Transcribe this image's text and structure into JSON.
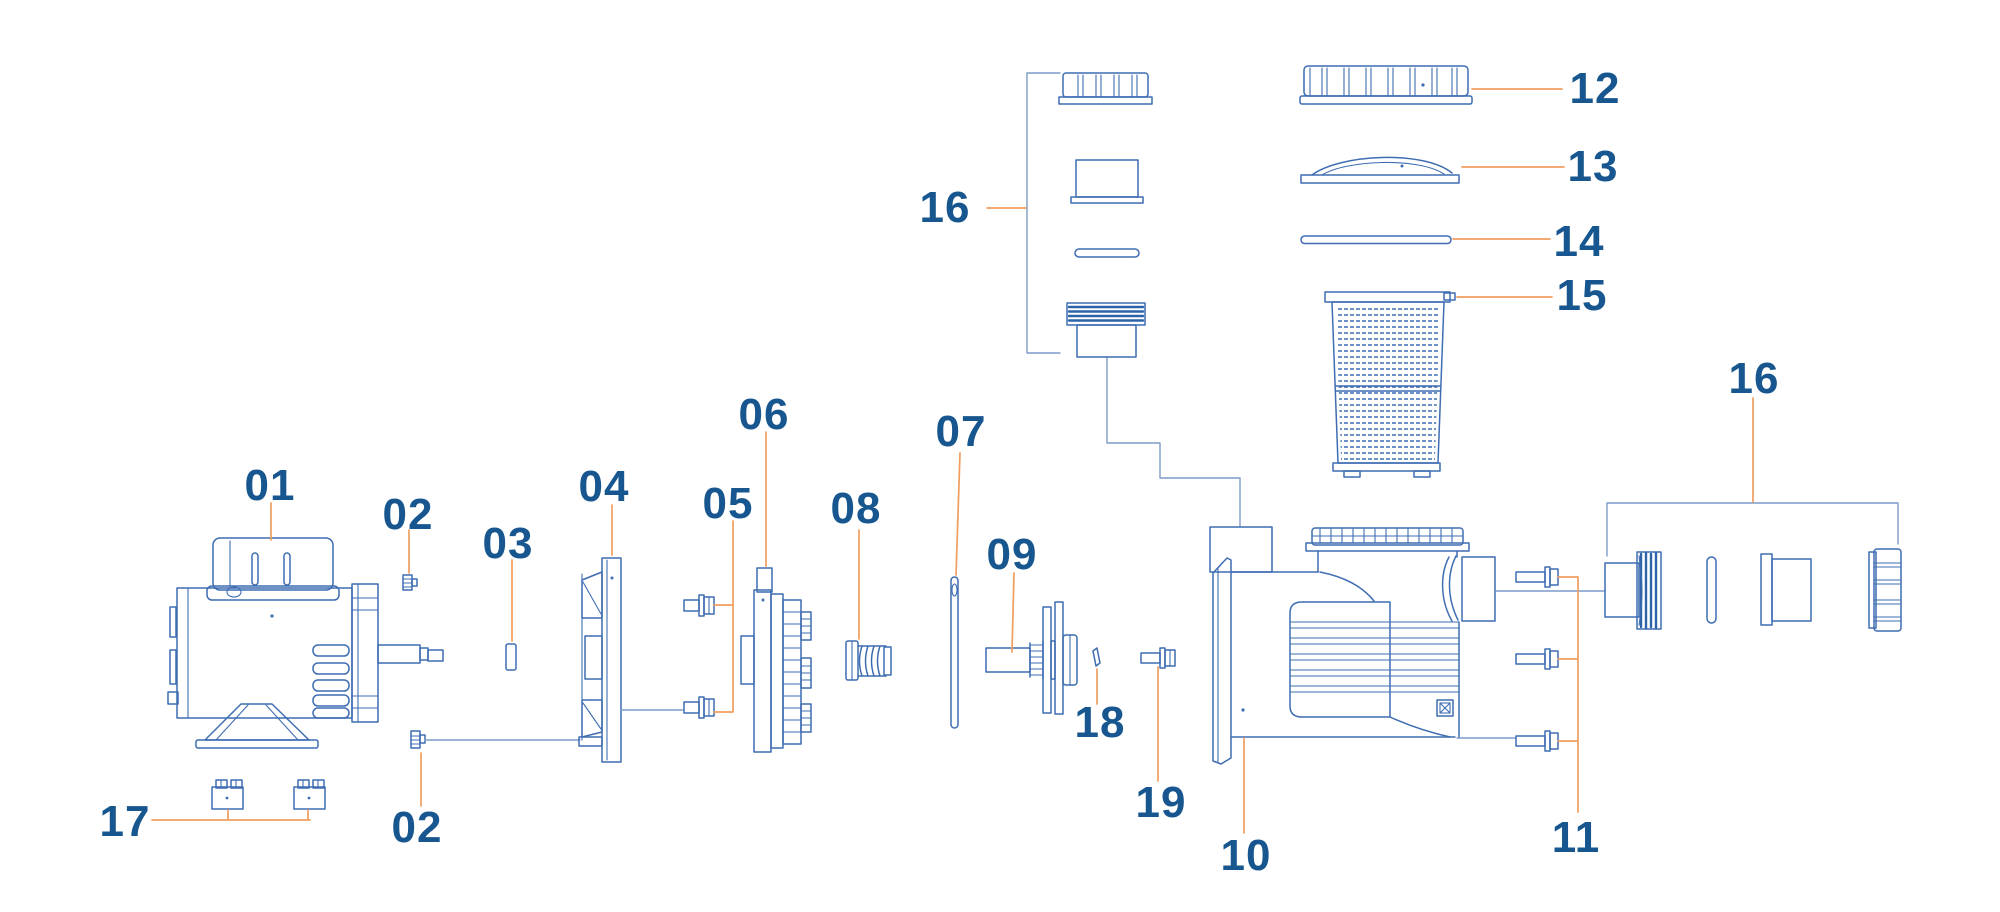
{
  "diagram": {
    "type": "exploded-parts-diagram",
    "subject": "pool-pump",
    "background": "#ffffff",
    "colors": {
      "line_art": "#3e6db2",
      "line_art_light": "#7d9cc8",
      "thread_dark": "#2c63a9",
      "leader": "#f09d5e",
      "label_text": "#17568f"
    },
    "callouts": {
      "n01": "01",
      "n02a": "02",
      "n02b": "02",
      "n03": "03",
      "n04": "04",
      "n05": "05",
      "n06": "06",
      "n07": "07",
      "n08": "08",
      "n09": "09",
      "n10": "10",
      "n11": "11",
      "n12": "12",
      "n13": "13",
      "n14": "14",
      "n15": "15",
      "n16a": "16",
      "n16b": "16",
      "n17": "17",
      "n18": "18",
      "n19": "19"
    },
    "parts": {
      "01": "motor",
      "02": "screw",
      "03": "shaft-key",
      "04": "motor-bracket",
      "05": "bracket-bolt",
      "06": "seal-plate",
      "07": "seal-plate-gasket",
      "08": "shaft-seal",
      "09": "impeller",
      "10": "pump-housing",
      "11": "housing-bolt",
      "12": "lid-lock-ring",
      "13": "strainer-lid",
      "14": "lid-o-ring",
      "15": "strainer-basket",
      "16": "drain-plug-kit",
      "17": "motor-mount-foot",
      "18": "impeller-pin",
      "19": "impeller-bolt"
    }
  }
}
